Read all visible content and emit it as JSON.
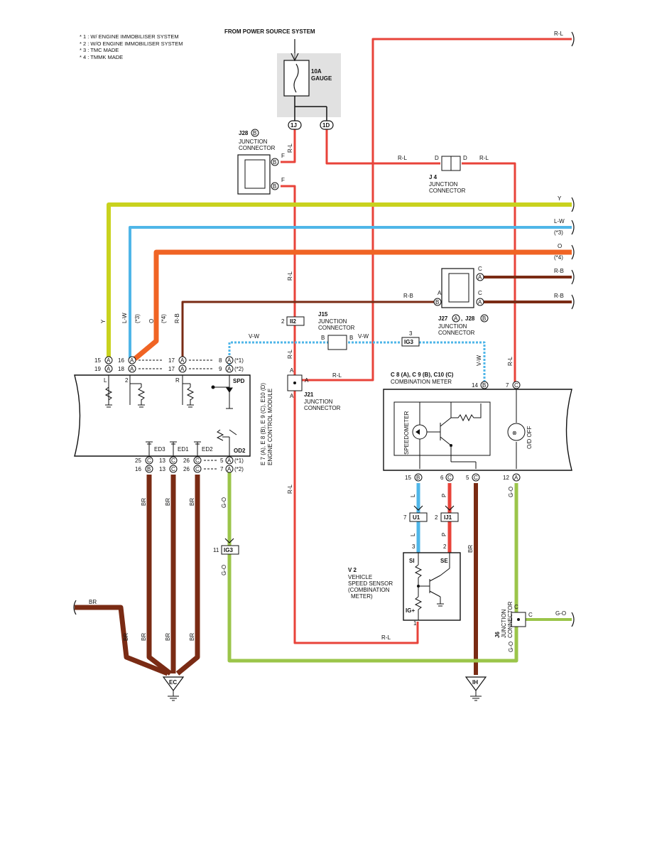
{
  "notes": [
    "* 1 : W/ ENGINE IMMOBILISER SYSTEM",
    "* 2 : W/O ENGINE IMMOBILISER SYSTEM",
    "* 3 : TMC MADE",
    "* 4 : TMMK MADE"
  ],
  "power_source": "FROM POWER SOURCE SYSTEM",
  "fuse": {
    "rating": "10A",
    "name": "GAUGE",
    "pin_left": "1J",
    "pin_right": "1D"
  },
  "connectors": {
    "j28_top": {
      "id": "J28",
      "letter": "B",
      "type": "JUNCTION",
      "type2": "CONNECTOR",
      "pin1": "F",
      "pin2": "F"
    },
    "j4": {
      "id": "J 4",
      "type": "JUNCTION",
      "type2": "CONNECTOR",
      "pin_left": "D",
      "pin_right": "D"
    },
    "j15": {
      "id": "J15",
      "type": "JUNCTION",
      "type2": "CONNECTOR",
      "pin_left": "B",
      "pin_right": "B"
    },
    "j21": {
      "id": "J21",
      "type": "JUNCTION",
      "type2": "CONNECTOR",
      "pin_a1": "A",
      "pin_a2": "A",
      "pin_a3": "A"
    },
    "j27": {
      "id": "J27",
      "letter1": "A",
      "sep": ",",
      "id2": "J28",
      "letter2": "B",
      "type": "JUNCTION",
      "type2": "CONNECTOR",
      "pin_c1": "C",
      "pin_c2": "C",
      "pin_a": "A",
      "pin_b": "B",
      "pin_a2": "A"
    },
    "j6": {
      "id": "J6",
      "type": "JUNCTION",
      "type2": "CONNECTOR",
      "pin_c1": "C",
      "pin_c2": "C"
    },
    "ii2": {
      "pin": "2",
      "name": "II2"
    },
    "ig3_top": {
      "pin": "3",
      "name": "IG3"
    },
    "ig3_bottom": {
      "pin": "11",
      "name": "IG3"
    },
    "u1": {
      "pin": "7",
      "name": "U1"
    },
    "ij1": {
      "pin": "2",
      "name": "IJ1"
    }
  },
  "ecm": {
    "codes": "E 7 (A), E 8 (B), E 9 (C), E10 (D)",
    "name": "ENGINE CONTROL MODULE",
    "spd": "SPD",
    "od2": "OD2",
    "ed3": "ED3",
    "ed1": "ED1",
    "ed2": "ED2",
    "inner_l": "L",
    "inner_2": "2",
    "inner_r": "R",
    "top_pins": [
      {
        "n1": "15",
        "c1": "A",
        "n2": "19",
        "c2": "A"
      },
      {
        "n1": "16",
        "c1": "A",
        "n2": "18",
        "c2": "A"
      },
      {
        "n1": "17",
        "c1": "A",
        "n2": "17",
        "c2": "A"
      },
      {
        "n1": "17",
        "c1": "A",
        "n2": "17",
        "c2": "A"
      }
    ],
    "spd_pins": [
      {
        "n": "8",
        "c": "A",
        "note": "(*1)"
      },
      {
        "n": "9",
        "c": "A",
        "note": "(*2)"
      }
    ],
    "bottom_pins": [
      {
        "n1": "25",
        "c1": "C",
        "n2": "16",
        "c2": "B"
      },
      {
        "n1": "13",
        "c1": "C",
        "n2": "13",
        "c2": "C"
      },
      {
        "n1": "26",
        "c1": "C",
        "n2": "26",
        "c2": "C"
      }
    ],
    "od2_pins": [
      {
        "n": "5",
        "c": "A",
        "note": "(*1)"
      },
      {
        "n": "7",
        "c": "A",
        "note": "(*2)"
      }
    ]
  },
  "meter": {
    "codes": "C 8 (A), C 9 (B), C10 (C)",
    "name": "COMBINATION METER",
    "speedometer": "SPEEDOMETER",
    "od_off": "O/D OFF",
    "pin14": {
      "n": "14",
      "c": "B"
    },
    "pin7": {
      "n": "7",
      "c": "C"
    },
    "pin15": {
      "n": "15",
      "c": "B"
    },
    "pin6": {
      "n": "6",
      "c": "C"
    },
    "pin5": {
      "n": "5",
      "c": "C"
    },
    "pin12": {
      "n": "12",
      "c": "A"
    }
  },
  "sensor": {
    "id": "V 2",
    "line1": "VEHICLE",
    "line2": "SPEED SENSOR",
    "line3": "(COMBINATION",
    "line4": "METER)",
    "si": "SI",
    "se": "SE",
    "ig": "IG+",
    "p3": "3",
    "p2": "2",
    "p1": "1"
  },
  "wire_labels": {
    "rl": "R-L",
    "y": "Y",
    "lw": "L-W",
    "o": "O",
    "rb": "R-B",
    "vw": "V-W",
    "br": "BR",
    "go": "G-O",
    "l": "L",
    "p": "P",
    "star3": "(*3)",
    "star4": "(*4)"
  },
  "grounds": {
    "ec": "EC",
    "ih": "IH"
  },
  "colors": {
    "red": "#e8433a",
    "blue": "#4fb6e8",
    "yellow": "#c9d21e",
    "orange": "#f06424",
    "brown": "#7a2b14",
    "green": "#9bc54a",
    "pink": "#f08d7e",
    "black": "#111111"
  }
}
